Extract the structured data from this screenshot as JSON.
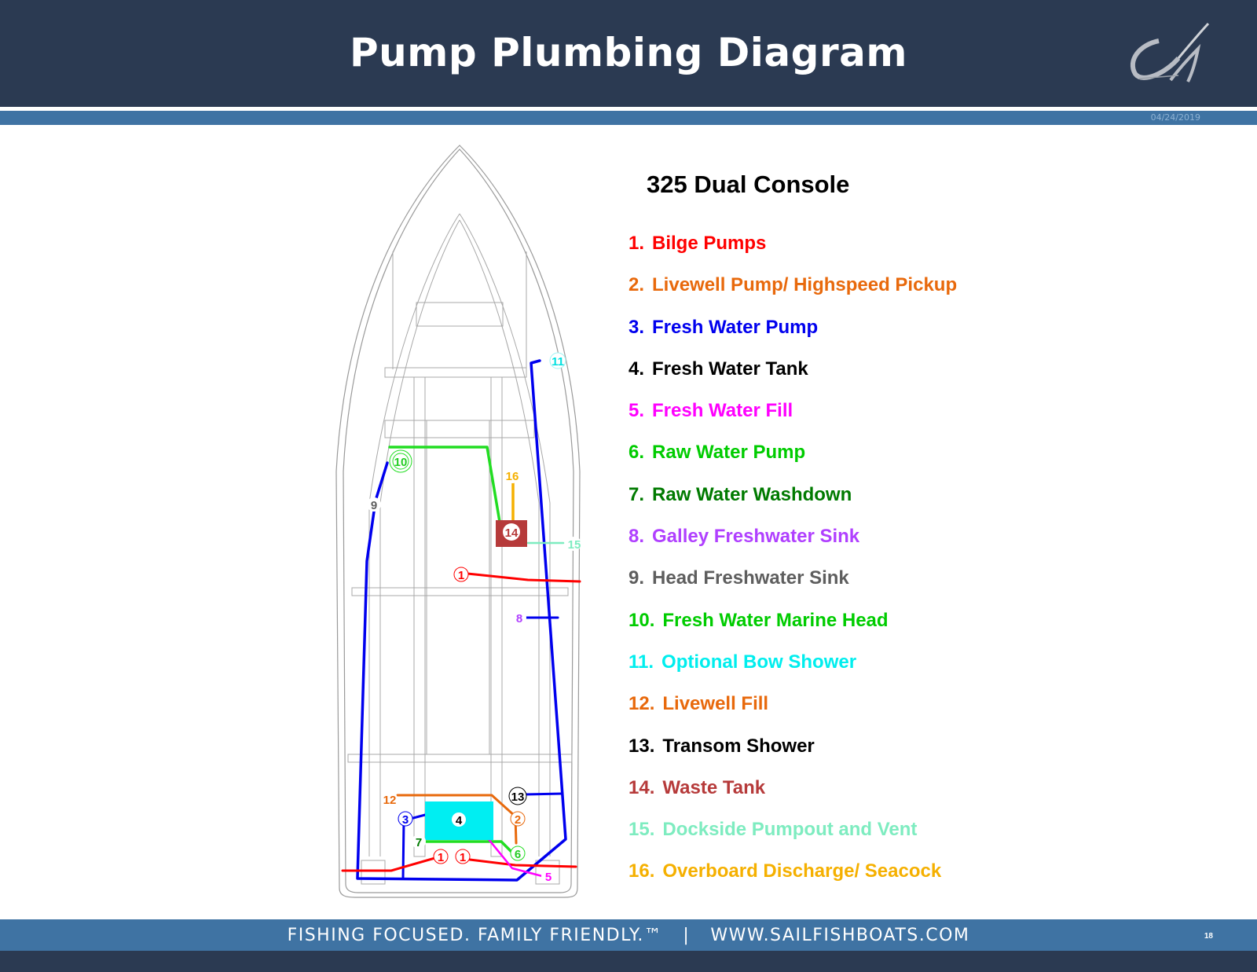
{
  "header": {
    "title": "Pump Plumbing Diagram",
    "date": "04/24/2019"
  },
  "model_title": "325 Dual Console",
  "legend": [
    {
      "num": "1.",
      "label": "Bilge Pumps",
      "color": "#ff0000"
    },
    {
      "num": "2.",
      "label": "Livewell Pump/ Highspeed Pickup",
      "color": "#e8690c"
    },
    {
      "num": "3.",
      "label": "Fresh Water Pump",
      "color": "#0000ee"
    },
    {
      "num": "4.",
      "label": "Fresh Water Tank",
      "color": "#000000"
    },
    {
      "num": "5.",
      "label": "Fresh Water Fill",
      "color": "#ff00ff"
    },
    {
      "num": "6.",
      "label": "Raw Water Pump",
      "color": "#00cc00"
    },
    {
      "num": "7.",
      "label": "Raw Water Washdown",
      "color": "#007a00"
    },
    {
      "num": "8.",
      "label": "Galley Freshwater Sink",
      "color": "#b040ff"
    },
    {
      "num": "9.",
      "label": "Head Freshwater Sink",
      "color": "#5e5e5e"
    },
    {
      "num": "10.",
      "label": "Fresh Water Marine Head",
      "color": "#00cc00"
    },
    {
      "num": "11.",
      "label": "Optional Bow Shower",
      "color": "#00eeee"
    },
    {
      "num": "12.",
      "label": "Livewell Fill",
      "color": "#e8690c"
    },
    {
      "num": "13.",
      "label": "Transom Shower",
      "color": "#000000"
    },
    {
      "num": "14.",
      "label": "Waste Tank",
      "color": "#b63a3a"
    },
    {
      "num": "15.",
      "label": "Dockside Pumpout and Vent",
      "color": "#7eecc0"
    },
    {
      "num": "16.",
      "label": "Overboard Discharge/ Seacock",
      "color": "#f5b000"
    }
  ],
  "diagram_labels": {
    "l11": "11",
    "l10": "10",
    "l9": "9",
    "l16": "16",
    "l14": "14",
    "l15": "15",
    "l1a": "1",
    "l8": "8",
    "l13": "13",
    "l12": "12",
    "l3": "3",
    "l4": "4",
    "l2": "2",
    "l7": "7",
    "l6": "6",
    "l1b": "1",
    "l1c": "1",
    "l5": "5"
  },
  "footer": {
    "slogan": "FISHING FOCUSED. FAMILY FRIENDLY.™",
    "separator": "|",
    "url": "WWW.SAILFISHBOATS.COM",
    "page": "18"
  }
}
